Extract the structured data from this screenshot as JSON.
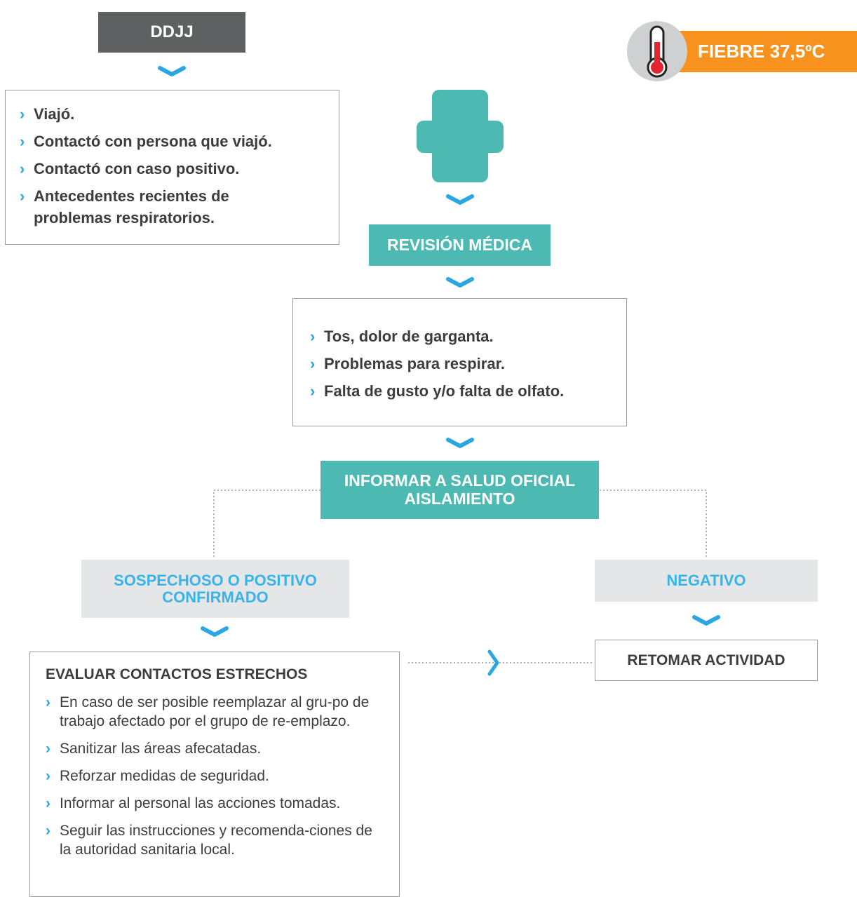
{
  "ddjj": {
    "title": "DDJJ"
  },
  "fever": {
    "label": "FIEBRE 37,5ºC",
    "icon": "thermometer-icon",
    "colors": {
      "badge": "#f7921e",
      "circle": "#cfd0d2",
      "mercury": "#e3262d"
    }
  },
  "ddjj_list": {
    "items": [
      "Viajó.",
      "Contactó con persona que viajó.",
      "Contactó con caso positivo.",
      "Antecedentes recientes de problemas respiratorios."
    ]
  },
  "medical": {
    "icon": "medical-cross-icon",
    "title": "REVISIÓN MÉDICA"
  },
  "symptoms": {
    "items": [
      "Tos, dolor de garganta.",
      "Problemas para respirar.",
      "Falta de gusto y/o falta de olfato."
    ]
  },
  "report": {
    "line1": "INFORMAR A SALUD OFICIAL",
    "line2": "AISLAMIENTO"
  },
  "positive": {
    "line1": "SOSPECHOSO O POSITIVO",
    "line2": "CONFIRMADO"
  },
  "negative": {
    "label": "NEGATIVO"
  },
  "resume": {
    "label": "RETOMAR ACTIVIDAD"
  },
  "contacts": {
    "title": "EVALUAR CONTACTOS ESTRECHOS",
    "items": [
      "En caso de ser posible reemplazar al gru-po de trabajo afectado por el grupo de re-emplazo.",
      "Sanitizar las áreas afecatadas.",
      "Reforzar medidas de seguridad.",
      "Informar al personal las acciones tomadas.",
      "Seguir las instrucciones y recomenda-ciones de la autoridad sanitaria local."
    ]
  },
  "colors": {
    "teal": "#4cbab3",
    "arrow": "#2aa6e2",
    "dark": "#5f6062",
    "grey": "#e5e6e8"
  }
}
